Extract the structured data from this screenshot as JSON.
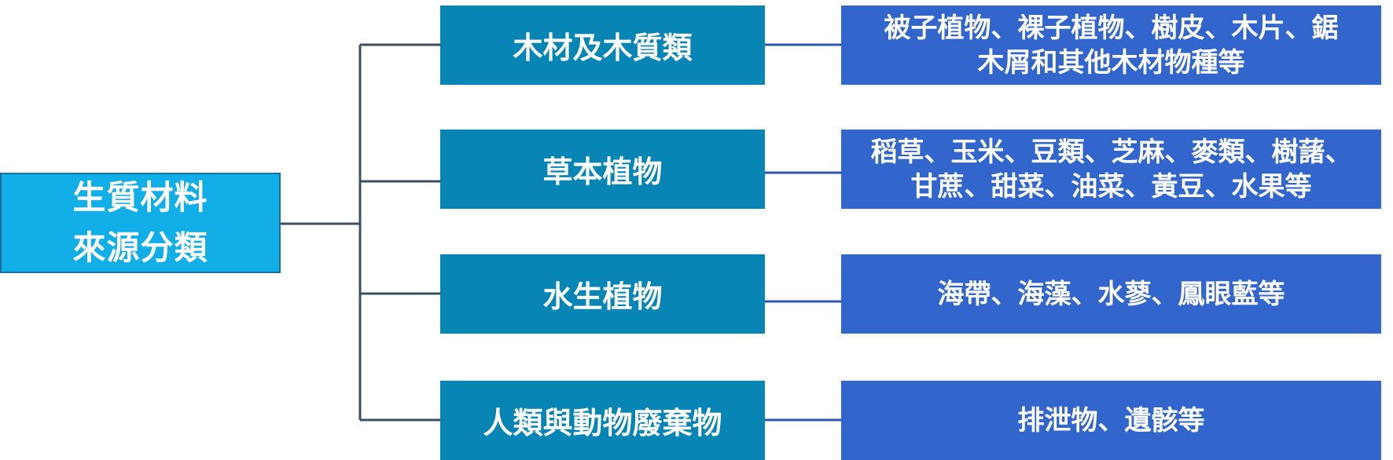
{
  "diagram": {
    "root": {
      "lines": [
        "生質材料",
        "來源分類"
      ]
    },
    "branches": [
      {
        "category": "木材及木質類",
        "examples": [
          "被子植物、裸子植物、樹皮、木片、鋸",
          "木屑和其他木材物種等"
        ]
      },
      {
        "category": "草本植物",
        "examples": [
          "稻草、玉米、豆類、芝麻、麥類、樹藷、",
          "甘蔗、甜菜、油菜、黃豆、水果等"
        ]
      },
      {
        "category": "水生植物",
        "examples": [
          "海帶、海藻、水蓼、鳳眼藍等"
        ]
      },
      {
        "category": "人類與動物廢棄物",
        "examples": [
          "排泄物、遺骸等"
        ]
      }
    ]
  }
}
